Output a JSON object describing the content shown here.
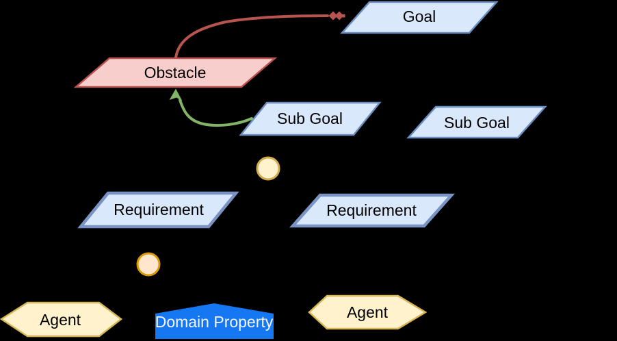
{
  "canvas": {
    "background_color": "#000000"
  },
  "diagram": {
    "type": "kaos-goal-model",
    "nodes": {
      "goal": {
        "label": "Goal",
        "shape": "parallelogram",
        "fill": "#dae8fc",
        "stroke": "#6c8ebf",
        "text_color": "#000000"
      },
      "obstacle": {
        "label": "Obstacle",
        "shape": "parallelogram",
        "fill": "#f8cecc",
        "stroke": "#b85450",
        "text_color": "#000000"
      },
      "subgoal_left": {
        "label": "Sub Goal",
        "shape": "parallelogram",
        "fill": "#dae8fc",
        "stroke": "#6c8ebf",
        "text_color": "#000000"
      },
      "subgoal_right": {
        "label": "Sub Goal",
        "shape": "parallelogram",
        "fill": "#dae8fc",
        "stroke": "#6c8ebf",
        "text_color": "#000000"
      },
      "requirement_left": {
        "label": "Requirement",
        "shape": "parallelogram",
        "fill": "#dae8fc",
        "stroke": "#7a93c3",
        "text_color": "#000000"
      },
      "requirement_right": {
        "label": "Requirement",
        "shape": "parallelogram",
        "fill": "#dae8fc",
        "stroke": "#7a93c3",
        "text_color": "#000000"
      },
      "refinement_upper": {
        "label": "",
        "shape": "circle",
        "fill": "#fff2cc",
        "stroke": "#d2ab4e"
      },
      "refinement_lower": {
        "label": "",
        "shape": "circle",
        "fill": "#ffe6cc",
        "stroke": "#d79b00"
      },
      "agent_left": {
        "label": "Agent",
        "shape": "hexagon",
        "fill": "#fff2cc",
        "stroke": "#d6b656",
        "text_color": "#000000"
      },
      "agent_right": {
        "label": "Agent",
        "shape": "hexagon",
        "fill": "#fff2cc",
        "stroke": "#d6b656",
        "text_color": "#000000"
      },
      "domain_property": {
        "label": "Domain Property",
        "shape": "pentagon",
        "fill": "#1577f2",
        "text_color": "#f5f5f5"
      }
    },
    "edges": {
      "obstruction": {
        "from": "obstacle",
        "to": "goal",
        "color": "#b85450",
        "head": "double-diamond",
        "style": "curved"
      },
      "resolution": {
        "from": "subgoal_left",
        "to": "obstacle",
        "color": "#82b366",
        "head": "arrow",
        "style": "curved"
      },
      "refinement": {
        "color": "#000000",
        "style": "straight"
      }
    }
  }
}
